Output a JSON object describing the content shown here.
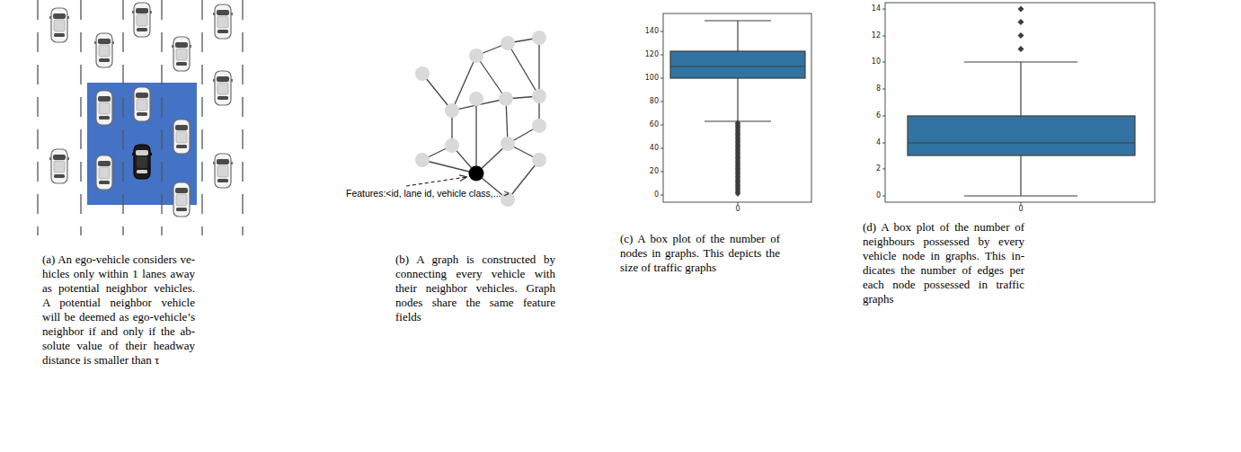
{
  "diagram": {
    "labels": [
      "140",
      "120",
      "100",
      "80",
      "60",
      "40",
      "20",
      "0",
      "0",
      "14",
      "12",
      "10",
      "8",
      "6",
      "4",
      "2",
      "0",
      "0",
      "Features:<id, lane id, vehicle class,... >",
      "(a) An ego-vehicle considers ve- hicles only within 1 lanes away as potential neighbor vehicles. A potential neighbor vehicle will be deemed as ego-vehicle’s neighbor if and only if the ab- solute value of their headway distance is smaller than τ",
      "(b) A graph is constructed by connecting every vehicle with their neighbor vehicles. Graph nodes share the same feature fields",
      "(c) A box plot of the number of nodes in graphs. This depicts the size of traffic graphs",
      "(d) A box plot of the number of neighbours possessed by every vehicle node in graphs. This in- dicates the number of edges per each node possessed in traffic graphs"
    ]
  }
}
